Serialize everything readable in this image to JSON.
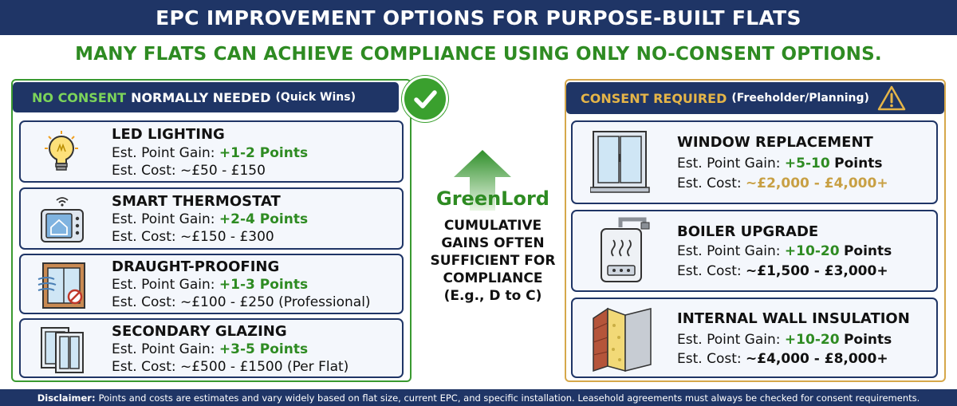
{
  "header": {
    "title": "EPC IMPROVEMENT OPTIONS FOR PURPOSE-BUILT FLATS"
  },
  "subheading": "MANY FLATS CAN ACHIEVE COMPLIANCE USING ONLY NO-CONSENT OPTIONS.",
  "left": {
    "title_green": "NO CONSENT",
    "title_white": "NORMALLY NEEDED",
    "title_small": "(Quick Wins)",
    "point_label": "Est. Point Gain:",
    "cost_label": "Est. Cost:",
    "items": [
      {
        "title": "LED LIGHTING",
        "gain": "+1-2 Points",
        "cost": "~£50 - £150",
        "note": "",
        "icon": "lightbulb-icon"
      },
      {
        "title": "SMART THERMOSTAT",
        "gain": "+2-4 Points",
        "cost": "~£150 - £300",
        "note": "",
        "icon": "thermostat-icon"
      },
      {
        "title": "DRAUGHT-PROOFING",
        "gain": "+1-3 Points",
        "cost": "~£100 - £250",
        "note": "(Professional)",
        "icon": "draught-window-icon"
      },
      {
        "title": "SECONDARY GLAZING",
        "gain": "+3-5 Points",
        "cost": "~£500 - £1500",
        "note": "(Per Flat)",
        "icon": "glazing-icon"
      }
    ]
  },
  "middle": {
    "brand": "GreenLord",
    "lines": [
      "CUMULATIVE",
      "GAINS OFTEN",
      "SUFFICIENT FOR",
      "COMPLIANCE",
      "(E.g., D to C)"
    ]
  },
  "right": {
    "title_gold": "CONSENT REQUIRED",
    "title_small": "(Freeholder/Planning)",
    "point_label": "Est. Point Gain:",
    "cost_label": "Est. Cost:",
    "items": [
      {
        "title": "WINDOW REPLACEMENT",
        "gain_value": "+5-10",
        "gain_unit": "Points",
        "cost": "~£2,000 - £4,000+",
        "icon": "window-icon"
      },
      {
        "title": "BOILER UPGRADE",
        "gain_value": "+10-20",
        "gain_unit": "Points",
        "cost": "~£1,500 - £3,000+",
        "icon": "boiler-icon"
      },
      {
        "title": "INTERNAL WALL INSULATION",
        "gain_value": "+10-20",
        "gain_unit": "Points",
        "cost": "~£4,000 - £8,000+",
        "icon": "wall-insulation-icon"
      }
    ]
  },
  "footer": {
    "label": "Disclaimer:",
    "text": "Points and costs are estimates and vary widely based on flat size, current EPC, and specific installation. Leasehold agreements must always be checked for consent requirements."
  },
  "colors": {
    "navy": "#1f3566",
    "green": "#2e8b22",
    "gold": "#c8a044"
  }
}
